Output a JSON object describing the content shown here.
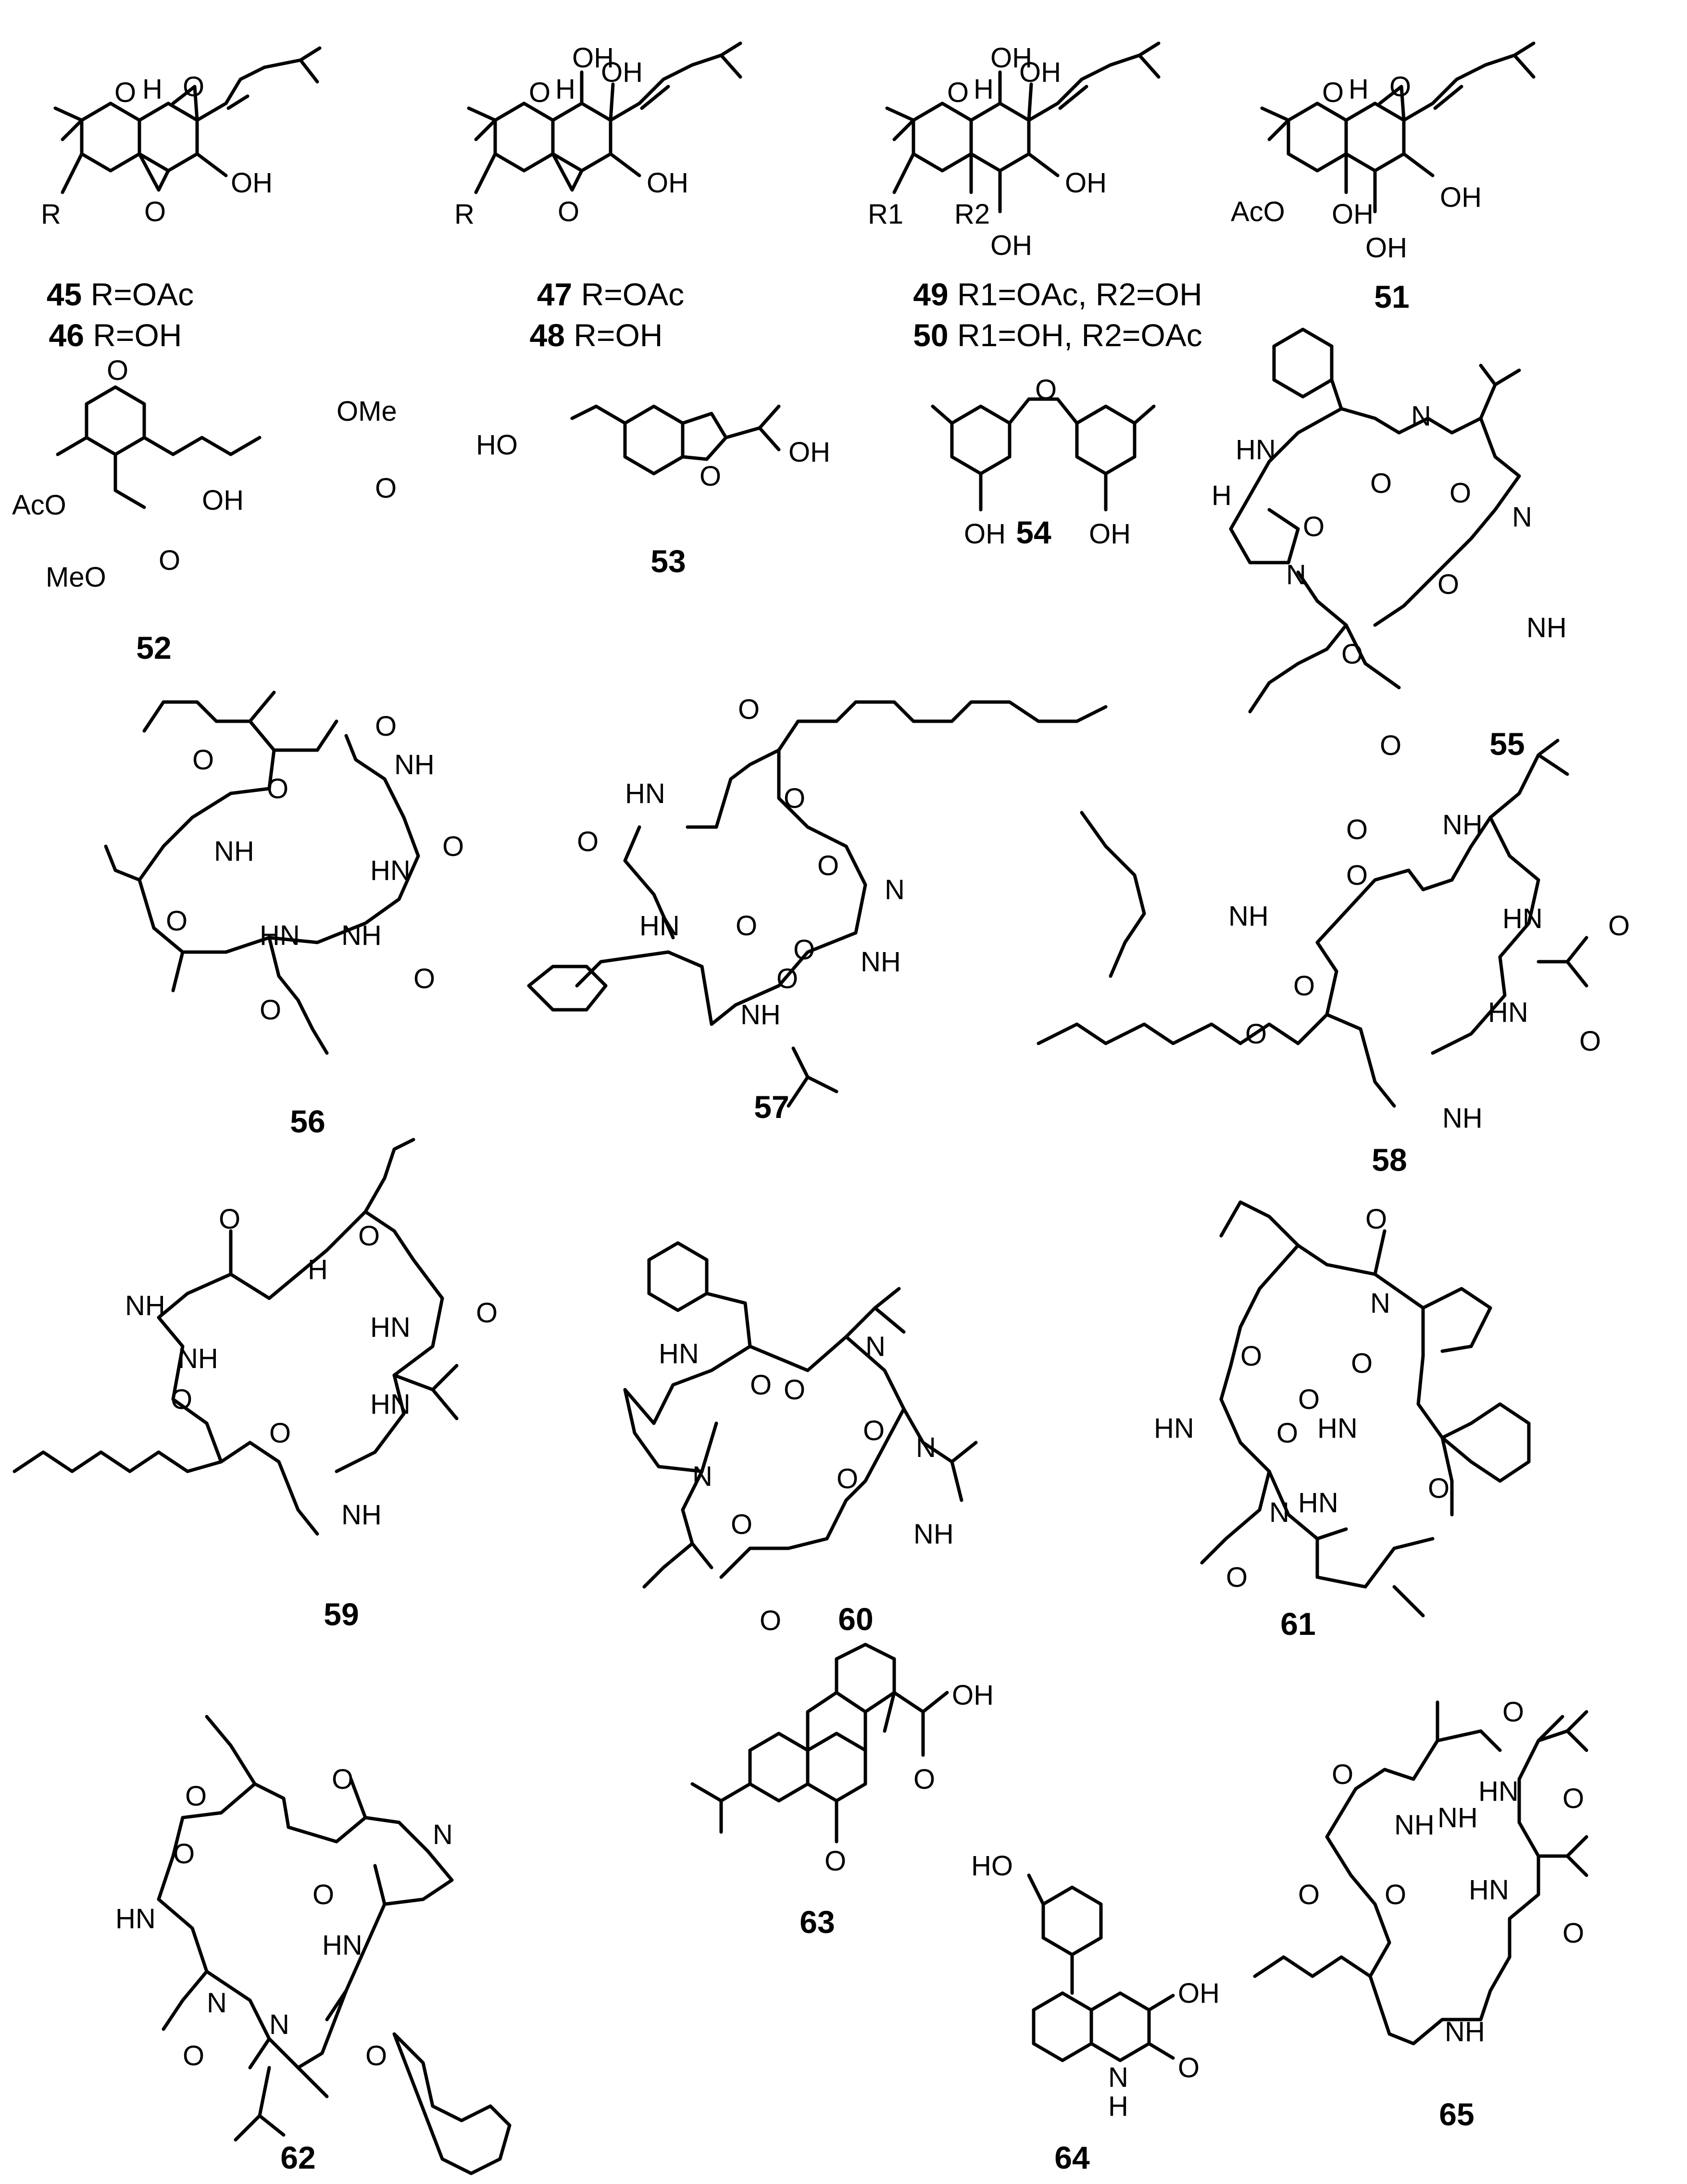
{
  "figure": {
    "compounds": [
      {
        "id": "45",
        "label_text": "R=OAc",
        "atoms": [
          "O",
          "H",
          "O",
          "R",
          "O",
          "OH"
        ]
      },
      {
        "id": "46",
        "label_text": "R=OH"
      },
      {
        "id": "47",
        "label_text": "R=OAc",
        "atoms": [
          "OH",
          "O",
          "H",
          "OH",
          "R",
          "O",
          "OH"
        ]
      },
      {
        "id": "48",
        "label_text": "R=OH"
      },
      {
        "id": "49",
        "label_text": "R1=OAc, R2=OH",
        "atoms": [
          "OH",
          "O",
          "H",
          "OH",
          "R1",
          "R2",
          "OH",
          "OH"
        ]
      },
      {
        "id": "50",
        "label_text": "R1=OH, R2=OAc"
      },
      {
        "id": "51",
        "label_text": "",
        "atoms": [
          "O",
          "H",
          "O",
          "AcO",
          "OH",
          "OH",
          "OH"
        ]
      },
      {
        "id": "52",
        "label_text": "",
        "atoms": [
          "O",
          "OMe",
          "AcO",
          "O",
          "OH",
          "MeO",
          "O"
        ]
      },
      {
        "id": "53",
        "label_text": "",
        "atoms": [
          "HO",
          "O",
          "OH"
        ]
      },
      {
        "id": "54",
        "label_text": "",
        "atoms": [
          "O",
          "OH",
          "OH"
        ]
      },
      {
        "id": "55",
        "label_text": "",
        "atoms": [
          "HN",
          "N",
          "H",
          "N",
          "O",
          "O",
          "O",
          "N",
          "O",
          "NH",
          "O",
          "O"
        ]
      },
      {
        "id": "56",
        "label_text": "",
        "atoms": [
          "O",
          "NH",
          "O",
          "O",
          "O",
          "NH",
          "HN",
          "O",
          "HN",
          "NH",
          "O",
          "O"
        ]
      },
      {
        "id": "57",
        "label_text": "",
        "atoms": [
          "O",
          "HN",
          "O",
          "O",
          "O",
          "N",
          "HN",
          "O",
          "O",
          "NH",
          "NH",
          "O"
        ]
      },
      {
        "id": "58",
        "label_text": "",
        "atoms": [
          "O",
          "NH",
          "O",
          "NH",
          "HN",
          "O",
          "HN",
          "O",
          "O",
          "O",
          "NH"
        ]
      },
      {
        "id": "59",
        "label_text": "",
        "atoms": [
          "O",
          "NH",
          "H",
          "O",
          "NH",
          "HN",
          "O",
          "HN",
          "O",
          "O",
          "NH"
        ]
      },
      {
        "id": "60",
        "label_text": "",
        "atoms": [
          "HN",
          "N",
          "N",
          "O",
          "O",
          "O",
          "N",
          "O",
          "NH",
          "O",
          "O"
        ]
      },
      {
        "id": "61",
        "label_text": "",
        "atoms": [
          "O",
          "O",
          "N",
          "O",
          "O",
          "HN",
          "O",
          "HN",
          "O",
          "N",
          "HN",
          "O"
        ]
      },
      {
        "id": "62",
        "label_text": "",
        "atoms": [
          "O",
          "O",
          "N",
          "O",
          "HN",
          "O",
          "N",
          "HN",
          "N",
          "O",
          "O"
        ]
      },
      {
        "id": "63",
        "label_text": "",
        "atoms": [
          "OH",
          "O",
          "O"
        ]
      },
      {
        "id": "64",
        "label_text": "",
        "atoms": [
          "HO",
          "OH",
          "N",
          "H",
          "O"
        ]
      },
      {
        "id": "65",
        "label_text": "",
        "atoms": [
          "O",
          "NH",
          "O",
          "NH",
          "HN",
          "O",
          "HN",
          "O",
          "O",
          "O",
          "NH"
        ]
      }
    ]
  }
}
